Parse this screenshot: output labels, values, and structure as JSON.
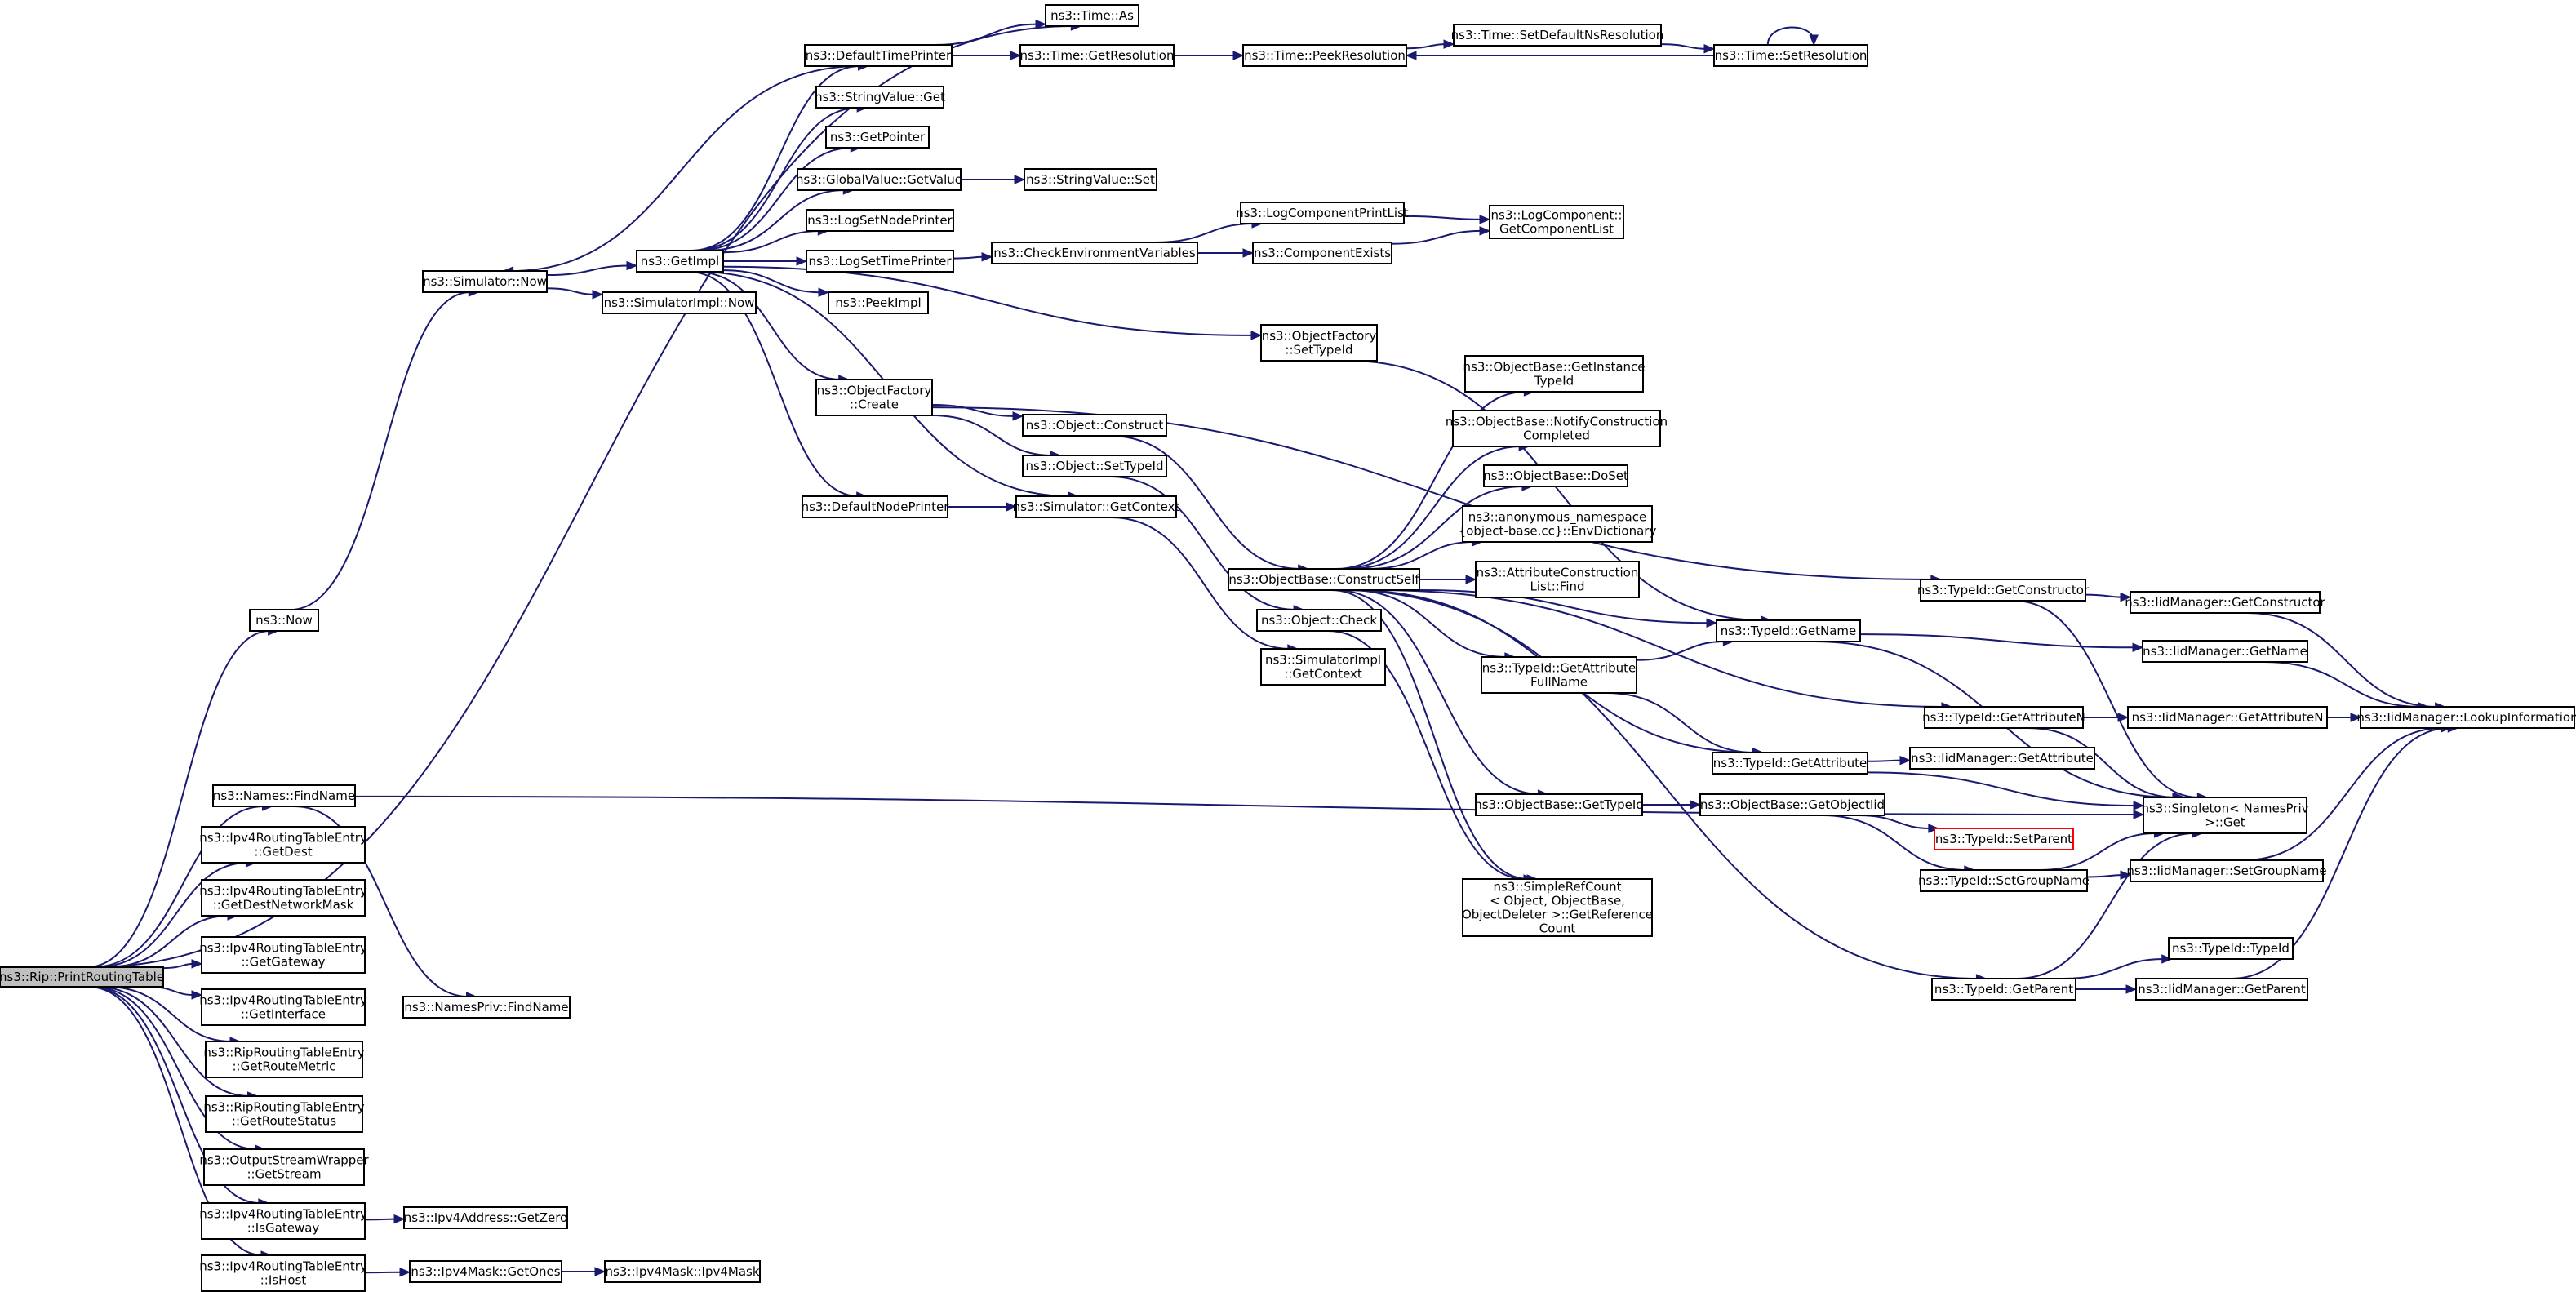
{
  "diagram": {
    "nodes": [
      {
        "id": "root",
        "lines": [
          "ns3::Rip::PrintRoutingTable"
        ],
        "kind": "root"
      },
      {
        "id": "time_as",
        "lines": [
          "ns3::Time::As"
        ]
      },
      {
        "id": "default_time_printer",
        "lines": [
          "ns3::DefaultTimePrinter"
        ]
      },
      {
        "id": "time_getres",
        "lines": [
          "ns3::Time::GetResolution"
        ]
      },
      {
        "id": "time_peekres",
        "lines": [
          "ns3::Time::PeekResolution"
        ]
      },
      {
        "id": "time_setdefns",
        "lines": [
          "ns3::Time::SetDefaultNsResolution"
        ]
      },
      {
        "id": "time_setres",
        "lines": [
          "ns3::Time::SetResolution"
        ]
      },
      {
        "id": "stringvalue_get",
        "lines": [
          "ns3::StringValue::Get"
        ]
      },
      {
        "id": "getpointer",
        "lines": [
          "ns3::GetPointer"
        ]
      },
      {
        "id": "globalvalue_getvalue",
        "lines": [
          "ns3::GlobalValue::GetValue"
        ]
      },
      {
        "id": "stringvalue_set",
        "lines": [
          "ns3::StringValue::Set"
        ]
      },
      {
        "id": "logsetnodeprinter",
        "lines": [
          "ns3::LogSetNodePrinter"
        ]
      },
      {
        "id": "getimpl",
        "lines": [
          "ns3::GetImpl"
        ]
      },
      {
        "id": "logsettimeprinter",
        "lines": [
          "ns3::LogSetTimePrinter"
        ]
      },
      {
        "id": "checkenvvars",
        "lines": [
          "ns3::CheckEnvironmentVariables"
        ]
      },
      {
        "id": "logcompprintlist",
        "lines": [
          "ns3::LogComponentPrintList"
        ]
      },
      {
        "id": "logcomp_getcomplist",
        "lines": [
          "ns3::LogComponent::",
          "GetComponentList"
        ]
      },
      {
        "id": "componentexists",
        "lines": [
          "ns3::ComponentExists"
        ]
      },
      {
        "id": "simulator_now",
        "lines": [
          "ns3::Simulator::Now"
        ]
      },
      {
        "id": "simimpl_now",
        "lines": [
          "ns3::SimulatorImpl::Now"
        ]
      },
      {
        "id": "peekimpl",
        "lines": [
          "ns3::PeekImpl"
        ]
      },
      {
        "id": "objfactory_settypeid",
        "lines": [
          "ns3::ObjectFactory",
          "::SetTypeId"
        ]
      },
      {
        "id": "objfactory_create",
        "lines": [
          "ns3::ObjectFactory",
          "::Create"
        ]
      },
      {
        "id": "objbase_getinstancetypeid",
        "lines": [
          "ns3::ObjectBase::GetInstance",
          "TypeId"
        ]
      },
      {
        "id": "objbase_notify",
        "lines": [
          "ns3::ObjectBase::NotifyConstruction",
          "Completed"
        ]
      },
      {
        "id": "object_construct",
        "lines": [
          "ns3::Object::Construct"
        ]
      },
      {
        "id": "objbase_doset",
        "lines": [
          "ns3::ObjectBase::DoSet"
        ]
      },
      {
        "id": "object_settypeid",
        "lines": [
          "ns3::Object::SetTypeId"
        ]
      },
      {
        "id": "anon_envdict",
        "lines": [
          "ns3::anonymous_namespace",
          "{object-base.cc}::EnvDictionary"
        ]
      },
      {
        "id": "defaultnodeprinter",
        "lines": [
          "ns3::DefaultNodePrinter"
        ]
      },
      {
        "id": "simulator_getcontext",
        "lines": [
          "ns3::Simulator::GetContext"
        ]
      },
      {
        "id": "attrconstlist_find",
        "lines": [
          "ns3::AttributeConstruction",
          "List::Find"
        ]
      },
      {
        "id": "objbase_constructself",
        "lines": [
          "ns3::ObjectBase::ConstructSelf"
        ]
      },
      {
        "id": "typeid_getconstructor",
        "lines": [
          "ns3::TypeId::GetConstructor"
        ]
      },
      {
        "id": "iid_getconstructor",
        "lines": [
          "ns3::IidManager::GetConstructor"
        ]
      },
      {
        "id": "ns3_now",
        "lines": [
          "ns3::Now"
        ]
      },
      {
        "id": "object_check",
        "lines": [
          "ns3::Object::Check"
        ]
      },
      {
        "id": "typeid_getname",
        "lines": [
          "ns3::TypeId::GetName"
        ]
      },
      {
        "id": "iid_getname",
        "lines": [
          "ns3::IidManager::GetName"
        ]
      },
      {
        "id": "simimpl_getcontext",
        "lines": [
          "ns3::SimulatorImpl",
          "::GetContext"
        ]
      },
      {
        "id": "typeid_getattrfullname",
        "lines": [
          "ns3::TypeId::GetAttribute",
          "FullName"
        ]
      },
      {
        "id": "typeid_getattributen",
        "lines": [
          "ns3::TypeId::GetAttributeN"
        ]
      },
      {
        "id": "iid_getattributen",
        "lines": [
          "ns3::IidManager::GetAttributeN"
        ]
      },
      {
        "id": "iid_lookupinfo",
        "lines": [
          "ns3::IidManager::LookupInformation"
        ]
      },
      {
        "id": "typeid_getattribute",
        "lines": [
          "ns3::TypeId::GetAttribute"
        ]
      },
      {
        "id": "iid_getattribute",
        "lines": [
          "ns3::IidManager::GetAttribute"
        ]
      },
      {
        "id": "names_findname",
        "lines": [
          "ns3::Names::FindName"
        ]
      },
      {
        "id": "objbase_gettypeid",
        "lines": [
          "ns3::ObjectBase::GetTypeId"
        ]
      },
      {
        "id": "objbase_getobjectiid",
        "lines": [
          "ns3::ObjectBase::GetObjectIid"
        ]
      },
      {
        "id": "singleton_get",
        "lines": [
          "ns3::Singleton< NamesPriv",
          " >::Get"
        ]
      },
      {
        "id": "ipv4_getdest",
        "lines": [
          "ns3::Ipv4RoutingTableEntry",
          "::GetDest"
        ]
      },
      {
        "id": "typeid_setparent",
        "lines": [
          "ns3::TypeId::SetParent"
        ],
        "kind": "error"
      },
      {
        "id": "ipv4_getdestmask",
        "lines": [
          "ns3::Ipv4RoutingTableEntry",
          "::GetDestNetworkMask"
        ]
      },
      {
        "id": "typeid_setgroupname",
        "lines": [
          "ns3::TypeId::SetGroupName"
        ]
      },
      {
        "id": "iid_setgroupname",
        "lines": [
          "ns3::IidManager::SetGroupName"
        ]
      },
      {
        "id": "simplerefcount",
        "lines": [
          "ns3::SimpleRefCount",
          "< Object, ObjectBase,",
          "ObjectDeleter >::GetReference",
          "Count"
        ]
      },
      {
        "id": "ipv4_getgateway",
        "lines": [
          "ns3::Ipv4RoutingTableEntry",
          "::GetGateway"
        ]
      },
      {
        "id": "typeid_typeid",
        "lines": [
          "ns3::TypeId::TypeId"
        ]
      },
      {
        "id": "typeid_getparent",
        "lines": [
          "ns3::TypeId::GetParent"
        ]
      },
      {
        "id": "iid_getparent",
        "lines": [
          "ns3::IidManager::GetParent"
        ]
      },
      {
        "id": "ipv4_getinterface",
        "lines": [
          "ns3::Ipv4RoutingTableEntry",
          "::GetInterface"
        ]
      },
      {
        "id": "namespriv_findname",
        "lines": [
          "ns3::NamesPriv::FindName"
        ]
      },
      {
        "id": "rip_getroutemetric",
        "lines": [
          "ns3::RipRoutingTableEntry",
          "::GetRouteMetric"
        ]
      },
      {
        "id": "rip_getroutestatus",
        "lines": [
          "ns3::RipRoutingTableEntry",
          "::GetRouteStatus"
        ]
      },
      {
        "id": "osw_getstream",
        "lines": [
          "ns3::OutputStreamWrapper",
          "::GetStream"
        ]
      },
      {
        "id": "ipv4_isgateway",
        "lines": [
          "ns3::Ipv4RoutingTableEntry",
          "::IsGateway"
        ]
      },
      {
        "id": "ipv4addr_getzero",
        "lines": [
          "ns3::Ipv4Address::GetZero"
        ]
      },
      {
        "id": "ipv4_ishost",
        "lines": [
          "ns3::Ipv4RoutingTableEntry",
          "::IsHost"
        ]
      },
      {
        "id": "ipv4mask_getones",
        "lines": [
          "ns3::Ipv4Mask::GetOnes"
        ]
      },
      {
        "id": "ipv4mask_ipv4mask",
        "lines": [
          "ns3::Ipv4Mask::Ipv4Mask"
        ]
      }
    ],
    "edges": [
      [
        "root",
        "time_as"
      ],
      [
        "root",
        "ns3_now"
      ],
      [
        "root",
        "names_findname"
      ],
      [
        "root",
        "ipv4_getdest"
      ],
      [
        "root",
        "ipv4_getdestmask"
      ],
      [
        "root",
        "ipv4_getgateway"
      ],
      [
        "root",
        "ipv4_getinterface"
      ],
      [
        "root",
        "rip_getroutemetric"
      ],
      [
        "root",
        "rip_getroutestatus"
      ],
      [
        "root",
        "osw_getstream"
      ],
      [
        "root",
        "ipv4_isgateway"
      ],
      [
        "root",
        "ipv4_ishost"
      ],
      [
        "ns3_now",
        "simulator_now"
      ],
      [
        "simulator_now",
        "getimpl"
      ],
      [
        "simulator_now",
        "simimpl_now"
      ],
      [
        "getimpl",
        "default_time_printer"
      ],
      [
        "getimpl",
        "stringvalue_get"
      ],
      [
        "getimpl",
        "getpointer"
      ],
      [
        "getimpl",
        "globalvalue_getvalue"
      ],
      [
        "getimpl",
        "logsetnodeprinter"
      ],
      [
        "getimpl",
        "logsettimeprinter"
      ],
      [
        "getimpl",
        "peekimpl"
      ],
      [
        "getimpl",
        "objfactory_settypeid"
      ],
      [
        "getimpl",
        "objfactory_create"
      ],
      [
        "getimpl",
        "defaultnodeprinter"
      ],
      [
        "getimpl",
        "simulator_getcontext"
      ],
      [
        "default_time_printer",
        "time_as"
      ],
      [
        "default_time_printer",
        "time_getres"
      ],
      [
        "default_time_printer",
        "simulator_now"
      ],
      [
        "time_getres",
        "time_peekres"
      ],
      [
        "time_peekres",
        "time_setdefns"
      ],
      [
        "time_setdefns",
        "time_setres"
      ],
      [
        "time_setres",
        "time_setres"
      ],
      [
        "time_setres",
        "time_peekres"
      ],
      [
        "globalvalue_getvalue",
        "stringvalue_set"
      ],
      [
        "logsettimeprinter",
        "checkenvvars"
      ],
      [
        "checkenvvars",
        "logcompprintlist"
      ],
      [
        "checkenvvars",
        "componentexists"
      ],
      [
        "logcompprintlist",
        "logcomp_getcomplist"
      ],
      [
        "componentexists",
        "logcomp_getcomplist"
      ],
      [
        "objfactory_settypeid",
        "typeid_getname"
      ],
      [
        "objfactory_create",
        "object_construct"
      ],
      [
        "objfactory_create",
        "object_settypeid"
      ],
      [
        "objfactory_create",
        "typeid_getconstructor"
      ],
      [
        "object_construct",
        "objbase_constructself"
      ],
      [
        "object_settypeid",
        "object_check"
      ],
      [
        "defaultnodeprinter",
        "simulator_getcontext"
      ],
      [
        "simulator_getcontext",
        "simimpl_getcontext"
      ],
      [
        "objbase_constructself",
        "objbase_getinstancetypeid"
      ],
      [
        "objbase_constructself",
        "objbase_notify"
      ],
      [
        "objbase_constructself",
        "objbase_doset"
      ],
      [
        "objbase_constructself",
        "anon_envdict"
      ],
      [
        "objbase_constructself",
        "attrconstlist_find"
      ],
      [
        "objbase_constructself",
        "typeid_getname"
      ],
      [
        "objbase_constructself",
        "typeid_getattrfullname"
      ],
      [
        "objbase_constructself",
        "typeid_getattributen"
      ],
      [
        "objbase_constructself",
        "typeid_getattribute"
      ],
      [
        "objbase_constructself",
        "objbase_gettypeid"
      ],
      [
        "objbase_constructself",
        "simplerefcount"
      ],
      [
        "objbase_constructself",
        "typeid_getparent"
      ],
      [
        "object_check",
        "simplerefcount"
      ],
      [
        "typeid_getconstructor",
        "iid_getconstructor"
      ],
      [
        "typeid_getconstructor",
        "singleton_get"
      ],
      [
        "iid_getconstructor",
        "iid_lookupinfo"
      ],
      [
        "typeid_getname",
        "iid_getname"
      ],
      [
        "typeid_getname",
        "singleton_get"
      ],
      [
        "iid_getname",
        "iid_lookupinfo"
      ],
      [
        "typeid_getattrfullname",
        "typeid_getname"
      ],
      [
        "typeid_getattrfullname",
        "typeid_getattribute"
      ],
      [
        "typeid_getattributen",
        "iid_getattributen"
      ],
      [
        "typeid_getattributen",
        "singleton_get"
      ],
      [
        "iid_getattributen",
        "iid_lookupinfo"
      ],
      [
        "typeid_getattribute",
        "iid_getattribute"
      ],
      [
        "typeid_getattribute",
        "singleton_get"
      ],
      [
        "objbase_gettypeid",
        "objbase_getobjectiid"
      ],
      [
        "objbase_getobjectiid",
        "typeid_setparent"
      ],
      [
        "objbase_getobjectiid",
        "typeid_setgroupname"
      ],
      [
        "typeid_setgroupname",
        "iid_setgroupname"
      ],
      [
        "typeid_setgroupname",
        "singleton_get"
      ],
      [
        "iid_setgroupname",
        "iid_lookupinfo"
      ],
      [
        "typeid_getparent",
        "typeid_typeid"
      ],
      [
        "typeid_getparent",
        "iid_getparent"
      ],
      [
        "typeid_getparent",
        "singleton_get"
      ],
      [
        "iid_getparent",
        "iid_lookupinfo"
      ],
      [
        "names_findname",
        "namespriv_findname"
      ],
      [
        "names_findname",
        "singleton_get"
      ],
      [
        "ipv4_isgateway",
        "ipv4addr_getzero"
      ],
      [
        "ipv4_ishost",
        "ipv4mask_getones"
      ],
      [
        "ipv4mask_getones",
        "ipv4mask_ipv4mask"
      ]
    ]
  },
  "colors": {
    "edge": "#191970",
    "node_border": "#000000",
    "root_fill": "#bfbfbf",
    "error_border": "#ff0000"
  }
}
